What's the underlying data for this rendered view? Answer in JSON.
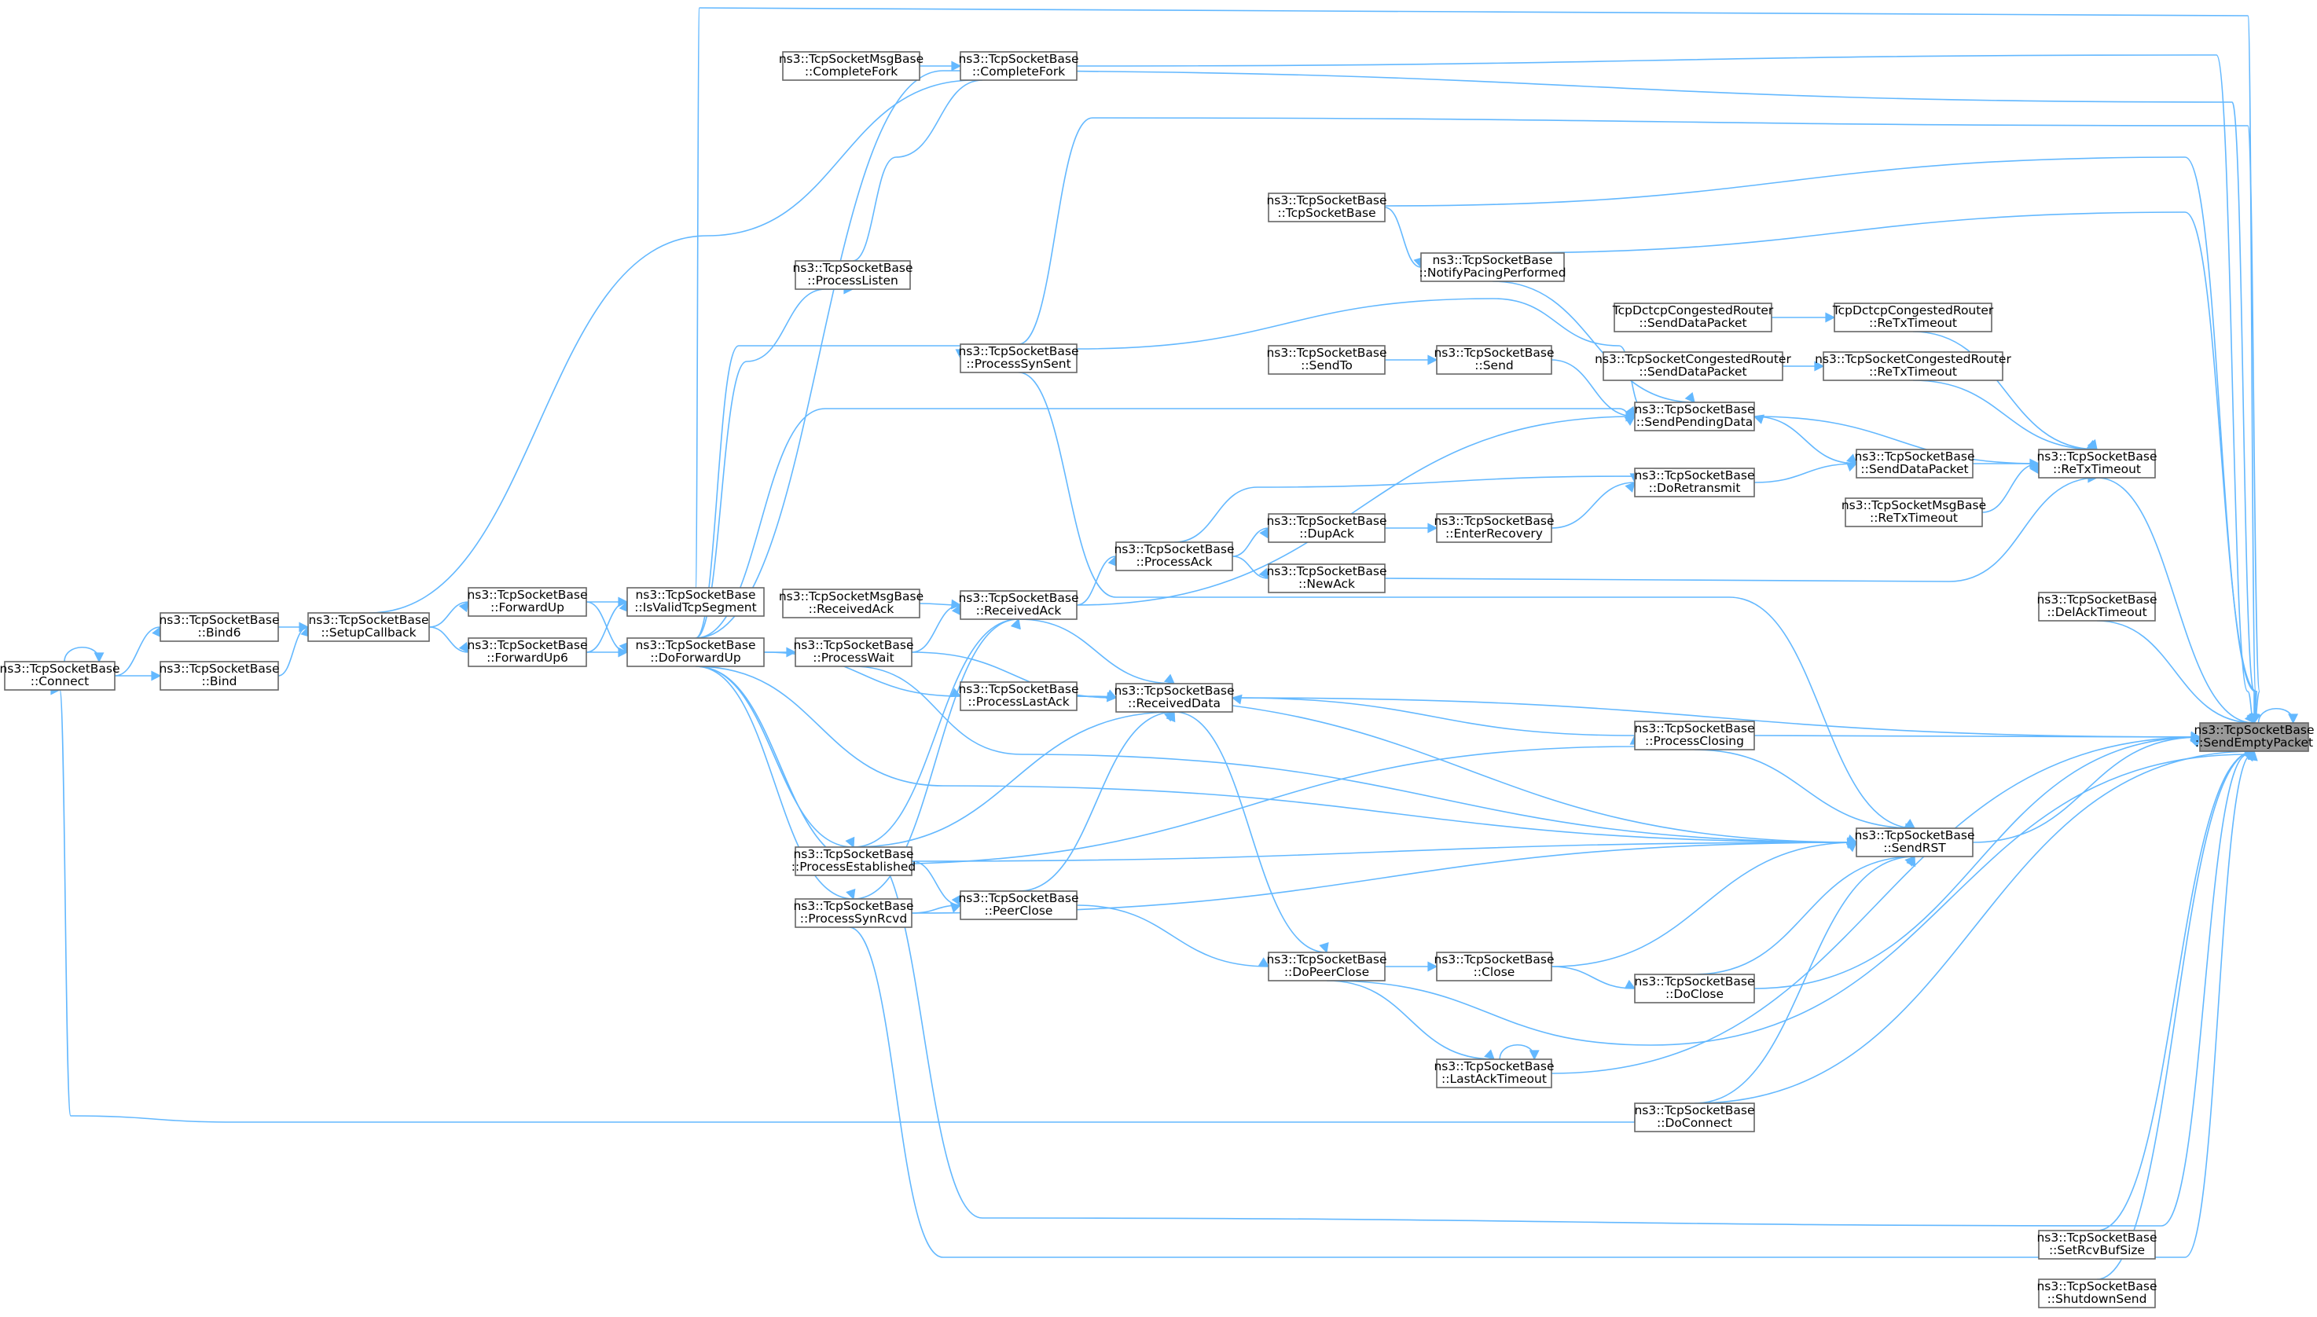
{
  "colors": {
    "edge": "#63b8ff",
    "node_border": "#666666",
    "node_fill": "#ffffff",
    "root_fill": "#999999",
    "text": "#000000"
  },
  "nodes": [
    {
      "id": "sendEmptyPacket",
      "lines": [
        "ns3::TcpSocketBase",
        "::SendEmptyPacket"
      ],
      "root": true
    },
    {
      "id": "connect",
      "lines": [
        "ns3::TcpSocketBase",
        "::Connect"
      ]
    },
    {
      "id": "bind6",
      "lines": [
        "ns3::TcpSocketBase",
        "::Bind6"
      ]
    },
    {
      "id": "bind",
      "lines": [
        "ns3::TcpSocketBase",
        "::Bind"
      ]
    },
    {
      "id": "setupCallback",
      "lines": [
        "ns3::TcpSocketBase",
        "::SetupCallback"
      ]
    },
    {
      "id": "forwardUp",
      "lines": [
        "ns3::TcpSocketBase",
        "::ForwardUp"
      ]
    },
    {
      "id": "forwardUp6",
      "lines": [
        "ns3::TcpSocketBase",
        "::ForwardUp6"
      ]
    },
    {
      "id": "isValidTcpSegment",
      "lines": [
        "ns3::TcpSocketBase",
        "::IsValidTcpSegment"
      ]
    },
    {
      "id": "doForwardUp",
      "lines": [
        "ns3::TcpSocketBase",
        "::DoForwardUp"
      ]
    },
    {
      "id": "msgCompleteFork",
      "lines": [
        "ns3::TcpSocketMsgBase",
        "::CompleteFork"
      ]
    },
    {
      "id": "completeFork",
      "lines": [
        "ns3::TcpSocketBase",
        "::CompleteFork"
      ]
    },
    {
      "id": "processListen",
      "lines": [
        "ns3::TcpSocketBase",
        "::ProcessListen"
      ]
    },
    {
      "id": "processSynSent",
      "lines": [
        "ns3::TcpSocketBase",
        "::ProcessSynSent"
      ]
    },
    {
      "id": "msgReceivedAck",
      "lines": [
        "ns3::TcpSocketMsgBase",
        "::ReceivedAck"
      ]
    },
    {
      "id": "receivedAck",
      "lines": [
        "ns3::TcpSocketBase",
        "::ReceivedAck"
      ]
    },
    {
      "id": "processWait",
      "lines": [
        "ns3::TcpSocketBase",
        "::ProcessWait"
      ]
    },
    {
      "id": "processLastAck",
      "lines": [
        "ns3::TcpSocketBase",
        "::ProcessLastAck"
      ]
    },
    {
      "id": "processEstablished",
      "lines": [
        "ns3::TcpSocketBase",
        "::ProcessEstablished"
      ]
    },
    {
      "id": "processSynRcvd",
      "lines": [
        "ns3::TcpSocketBase",
        "::ProcessSynRcvd"
      ]
    },
    {
      "id": "peerClose",
      "lines": [
        "ns3::TcpSocketBase",
        "::PeerClose"
      ]
    },
    {
      "id": "processAck",
      "lines": [
        "ns3::TcpSocketBase",
        "::ProcessAck"
      ]
    },
    {
      "id": "receivedData",
      "lines": [
        "ns3::TcpSocketBase",
        "::ReceivedData"
      ]
    },
    {
      "id": "tcpSocketBase",
      "lines": [
        "ns3::TcpSocketBase",
        "::TcpSocketBase"
      ]
    },
    {
      "id": "sendTo",
      "lines": [
        "ns3::TcpSocketBase",
        "::SendTo"
      ]
    },
    {
      "id": "dupAck",
      "lines": [
        "ns3::TcpSocketBase",
        "::DupAck"
      ]
    },
    {
      "id": "newAck",
      "lines": [
        "ns3::TcpSocketBase",
        "::NewAck"
      ]
    },
    {
      "id": "doPeerClose",
      "lines": [
        "ns3::TcpSocketBase",
        "::DoPeerClose"
      ]
    },
    {
      "id": "notifyPacing",
      "lines": [
        "ns3::TcpSocketBase",
        "::NotifyPacingPerformed"
      ]
    },
    {
      "id": "send",
      "lines": [
        "ns3::TcpSocketBase",
        "::Send"
      ]
    },
    {
      "id": "enterRecovery",
      "lines": [
        "ns3::TcpSocketBase",
        "::EnterRecovery"
      ]
    },
    {
      "id": "close",
      "lines": [
        "ns3::TcpSocketBase",
        "::Close"
      ]
    },
    {
      "id": "lastAckTimeout",
      "lines": [
        "ns3::TcpSocketBase",
        "::LastAckTimeout"
      ]
    },
    {
      "id": "dctcpSendData",
      "lines": [
        "TcpDctcpCongestedRouter",
        "::SendDataPacket"
      ]
    },
    {
      "id": "congSendData",
      "lines": [
        "ns3::TcpSocketCongestedRouter",
        "::SendDataPacket"
      ]
    },
    {
      "id": "sendPendingData",
      "lines": [
        "ns3::TcpSocketBase",
        "::SendPendingData"
      ]
    },
    {
      "id": "doRetransmit",
      "lines": [
        "ns3::TcpSocketBase",
        "::DoRetransmit"
      ]
    },
    {
      "id": "processClosing",
      "lines": [
        "ns3::TcpSocketBase",
        "::ProcessClosing"
      ]
    },
    {
      "id": "doClose",
      "lines": [
        "ns3::TcpSocketBase",
        "::DoClose"
      ]
    },
    {
      "id": "doConnect",
      "lines": [
        "ns3::TcpSocketBase",
        "::DoConnect"
      ]
    },
    {
      "id": "dctcpReTx",
      "lines": [
        "TcpDctcpCongestedRouter",
        "::ReTxTimeout"
      ]
    },
    {
      "id": "congReTx",
      "lines": [
        "ns3::TcpSocketCongestedRouter",
        "::ReTxTimeout"
      ]
    },
    {
      "id": "sendDataPacket",
      "lines": [
        "ns3::TcpSocketBase",
        "::SendDataPacket"
      ]
    },
    {
      "id": "msgReTx",
      "lines": [
        "ns3::TcpSocketMsgBase",
        "::ReTxTimeout"
      ]
    },
    {
      "id": "sendRST",
      "lines": [
        "ns3::TcpSocketBase",
        "::SendRST"
      ]
    },
    {
      "id": "reTxTimeout",
      "lines": [
        "ns3::TcpSocketBase",
        "::ReTxTimeout"
      ]
    },
    {
      "id": "delAckTimeout",
      "lines": [
        "ns3::TcpSocketBase",
        "::DelAckTimeout"
      ]
    },
    {
      "id": "setRcvBufSize",
      "lines": [
        "ns3::TcpSocketBase",
        "::SetRcvBufSize"
      ]
    },
    {
      "id": "shutdownSend",
      "lines": [
        "ns3::TcpSocketBase",
        "::ShutdownSend"
      ]
    }
  ],
  "edges": [
    [
      "connect",
      "connect"
    ],
    [
      "connect",
      "bind6"
    ],
    [
      "connect",
      "bind"
    ],
    [
      "bind6",
      "setupCallback"
    ],
    [
      "bind",
      "setupCallback"
    ],
    [
      "setupCallback",
      "forwardUp"
    ],
    [
      "setupCallback",
      "forwardUp6"
    ],
    [
      "setupCallback",
      "completeFork"
    ],
    [
      "forwardUp",
      "isValidTcpSegment"
    ],
    [
      "forwardUp6",
      "isValidTcpSegment"
    ],
    [
      "forwardUp",
      "doForwardUp"
    ],
    [
      "forwardUp6",
      "doForwardUp"
    ],
    [
      "msgCompleteFork",
      "completeFork"
    ],
    [
      "processListen",
      "completeFork"
    ],
    [
      "doForwardUp",
      "processListen"
    ],
    [
      "doForwardUp",
      "processSynSent"
    ],
    [
      "doForwardUp",
      "processWait"
    ],
    [
      "doForwardUp",
      "processLastAck"
    ],
    [
      "doForwardUp",
      "processEstablished"
    ],
    [
      "doForwardUp",
      "processSynRcvd"
    ],
    [
      "msgReceivedAck",
      "receivedAck"
    ],
    [
      "processWait",
      "receivedAck"
    ],
    [
      "processEstablished",
      "receivedAck"
    ],
    [
      "processSynRcvd",
      "receivedAck"
    ],
    [
      "processWait",
      "receivedData"
    ],
    [
      "processLastAck",
      "receivedData"
    ],
    [
      "processEstablished",
      "receivedData"
    ],
    [
      "peerClose",
      "receivedData"
    ],
    [
      "processEstablished",
      "peerClose"
    ],
    [
      "processSynRcvd",
      "peerClose"
    ],
    [
      "receivedAck",
      "processAck"
    ],
    [
      "processAck",
      "dupAck"
    ],
    [
      "processAck",
      "newAck"
    ],
    [
      "dupAck",
      "enterRecovery"
    ],
    [
      "enterRecovery",
      "doRetransmit"
    ],
    [
      "receivedAck",
      "receivedData"
    ],
    [
      "receivedData",
      "doPeerClose"
    ],
    [
      "peerClose",
      "doPeerClose"
    ],
    [
      "doPeerClose",
      "close"
    ],
    [
      "doPeerClose",
      "lastAckTimeout"
    ],
    [
      "lastAckTimeout",
      "lastAckTimeout"
    ],
    [
      "close",
      "doClose"
    ],
    [
      "tcpSocketBase",
      "notifyPacing"
    ],
    [
      "sendTo",
      "send"
    ],
    [
      "notifyPacing",
      "sendPendingData"
    ],
    [
      "send",
      "sendPendingData"
    ],
    [
      "processSynSent",
      "sendPendingData"
    ],
    [
      "receivedAck",
      "sendPendingData"
    ],
    [
      "doForwardUp",
      "sendPendingData"
    ],
    [
      "dctcpSendData",
      "dctcpReTx"
    ],
    [
      "congSendData",
      "congReTx"
    ],
    [
      "sendPendingData",
      "sendDataPacket"
    ],
    [
      "doRetransmit",
      "sendDataPacket"
    ],
    [
      "processAck",
      "doRetransmit"
    ],
    [
      "sendDataPacket",
      "reTxTimeout"
    ],
    [
      "reTxTimeout",
      "sendPendingData"
    ],
    [
      "dctcpReTx",
      "reTxTimeout"
    ],
    [
      "congReTx",
      "reTxTimeout"
    ],
    [
      "msgReTx",
      "reTxTimeout"
    ],
    [
      "newAck",
      "reTxTimeout"
    ],
    [
      "processClosing",
      "sendRST"
    ],
    [
      "processSynSent",
      "sendRST"
    ],
    [
      "processWait",
      "sendRST"
    ],
    [
      "processLastAck",
      "sendRST"
    ],
    [
      "processEstablished",
      "sendRST"
    ],
    [
      "processSynRcvd",
      "sendRST"
    ],
    [
      "doForwardUp",
      "sendRST"
    ],
    [
      "close",
      "sendRST"
    ],
    [
      "doClose",
      "sendRST"
    ],
    [
      "doConnect",
      "sendRST"
    ],
    [
      "doForwardUp",
      "processClosing"
    ],
    [
      "processClosing",
      "receivedData"
    ],
    [
      "doConnect",
      "connect"
    ],
    [
      "reTxTimeout",
      "sendEmptyPacket"
    ],
    [
      "delAckTimeout",
      "sendEmptyPacket"
    ],
    [
      "sendRST",
      "sendEmptyPacket"
    ],
    [
      "receivedData",
      "sendEmptyPacket"
    ],
    [
      "processClosing",
      "sendEmptyPacket"
    ],
    [
      "doClose",
      "sendEmptyPacket"
    ],
    [
      "doConnect",
      "sendEmptyPacket"
    ],
    [
      "lastAckTimeout",
      "sendEmptyPacket"
    ],
    [
      "doPeerClose",
      "sendEmptyPacket"
    ],
    [
      "setRcvBufSize",
      "sendEmptyPacket"
    ],
    [
      "shutdownSend",
      "sendEmptyPacket"
    ],
    [
      "completeFork",
      "sendEmptyPacket"
    ],
    [
      "tcpSocketBase",
      "sendEmptyPacket"
    ],
    [
      "processSynSent",
      "sendEmptyPacket"
    ],
    [
      "isValidTcpSegment",
      "sendEmptyPacket"
    ],
    [
      "processEstablished",
      "sendEmptyPacket"
    ],
    [
      "processSynRcvd",
      "sendEmptyPacket"
    ],
    [
      "notifyPacing",
      "sendEmptyPacket"
    ],
    [
      "doForwardUp",
      "sendEmptyPacket"
    ],
    [
      "sendEmptyPacket",
      "sendEmptyPacket"
    ]
  ]
}
